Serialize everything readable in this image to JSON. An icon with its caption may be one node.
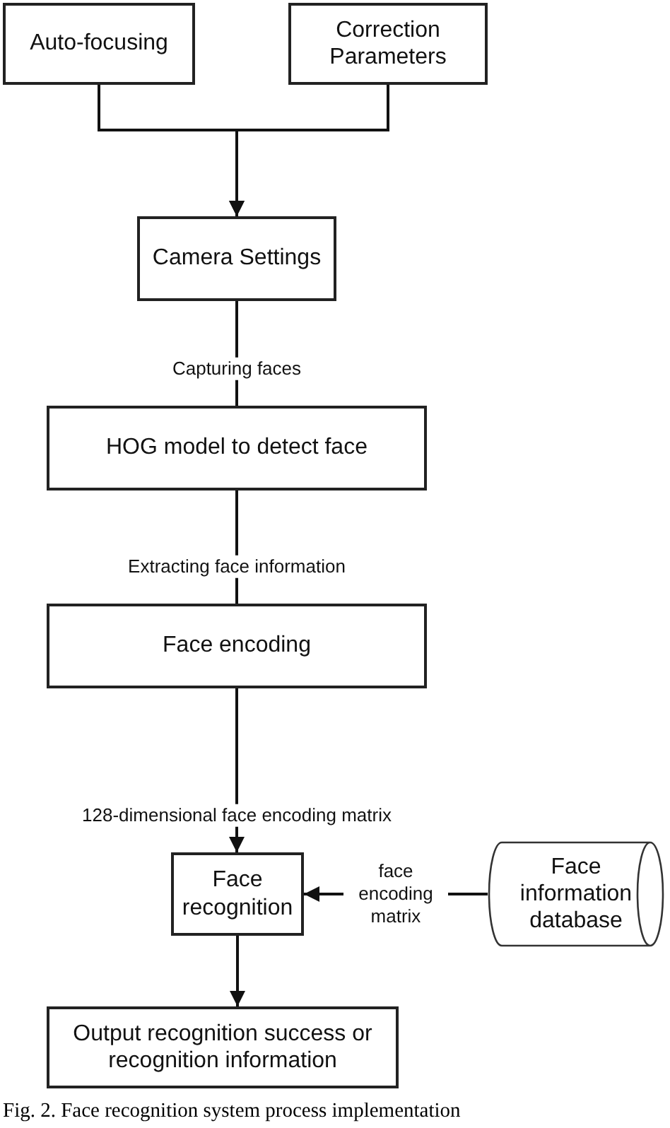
{
  "diagram": {
    "caption": "Fig. 2. Face recognition system process implementation",
    "nodes": [
      {
        "text": [
          "Auto-focusing"
        ]
      },
      {
        "text": [
          "Correction Parameters"
        ]
      },
      {
        "text": [
          "Camera Settings"
        ]
      },
      {
        "text": [
          "HOG model to detect face"
        ]
      },
      {
        "text": [
          "Face encoding"
        ]
      },
      {
        "text": [
          "Face recognition"
        ]
      },
      {
        "text": [
          "Face information database"
        ]
      },
      {
        "text": [
          "Output recognition success or recognition information"
        ]
      }
    ],
    "edges": [
      {
        "from": 0,
        "to": 2,
        "arrow": "to"
      },
      {
        "from": 1,
        "to": 2,
        "arrow": "to"
      },
      {
        "from": 2,
        "to": 3,
        "arrow": "none",
        "label": "Capturing faces"
      },
      {
        "from": 3,
        "to": 4,
        "arrow": "none",
        "label": "Extracting face information"
      },
      {
        "from": 4,
        "to": 5,
        "arrow": "to",
        "label": "128-dimensional face encoding matrix"
      },
      {
        "from": 6,
        "to": 5,
        "arrow": "to",
        "label": "face encoding matrix"
      },
      {
        "from": 5,
        "to": 7,
        "arrow": "to"
      }
    ]
  }
}
